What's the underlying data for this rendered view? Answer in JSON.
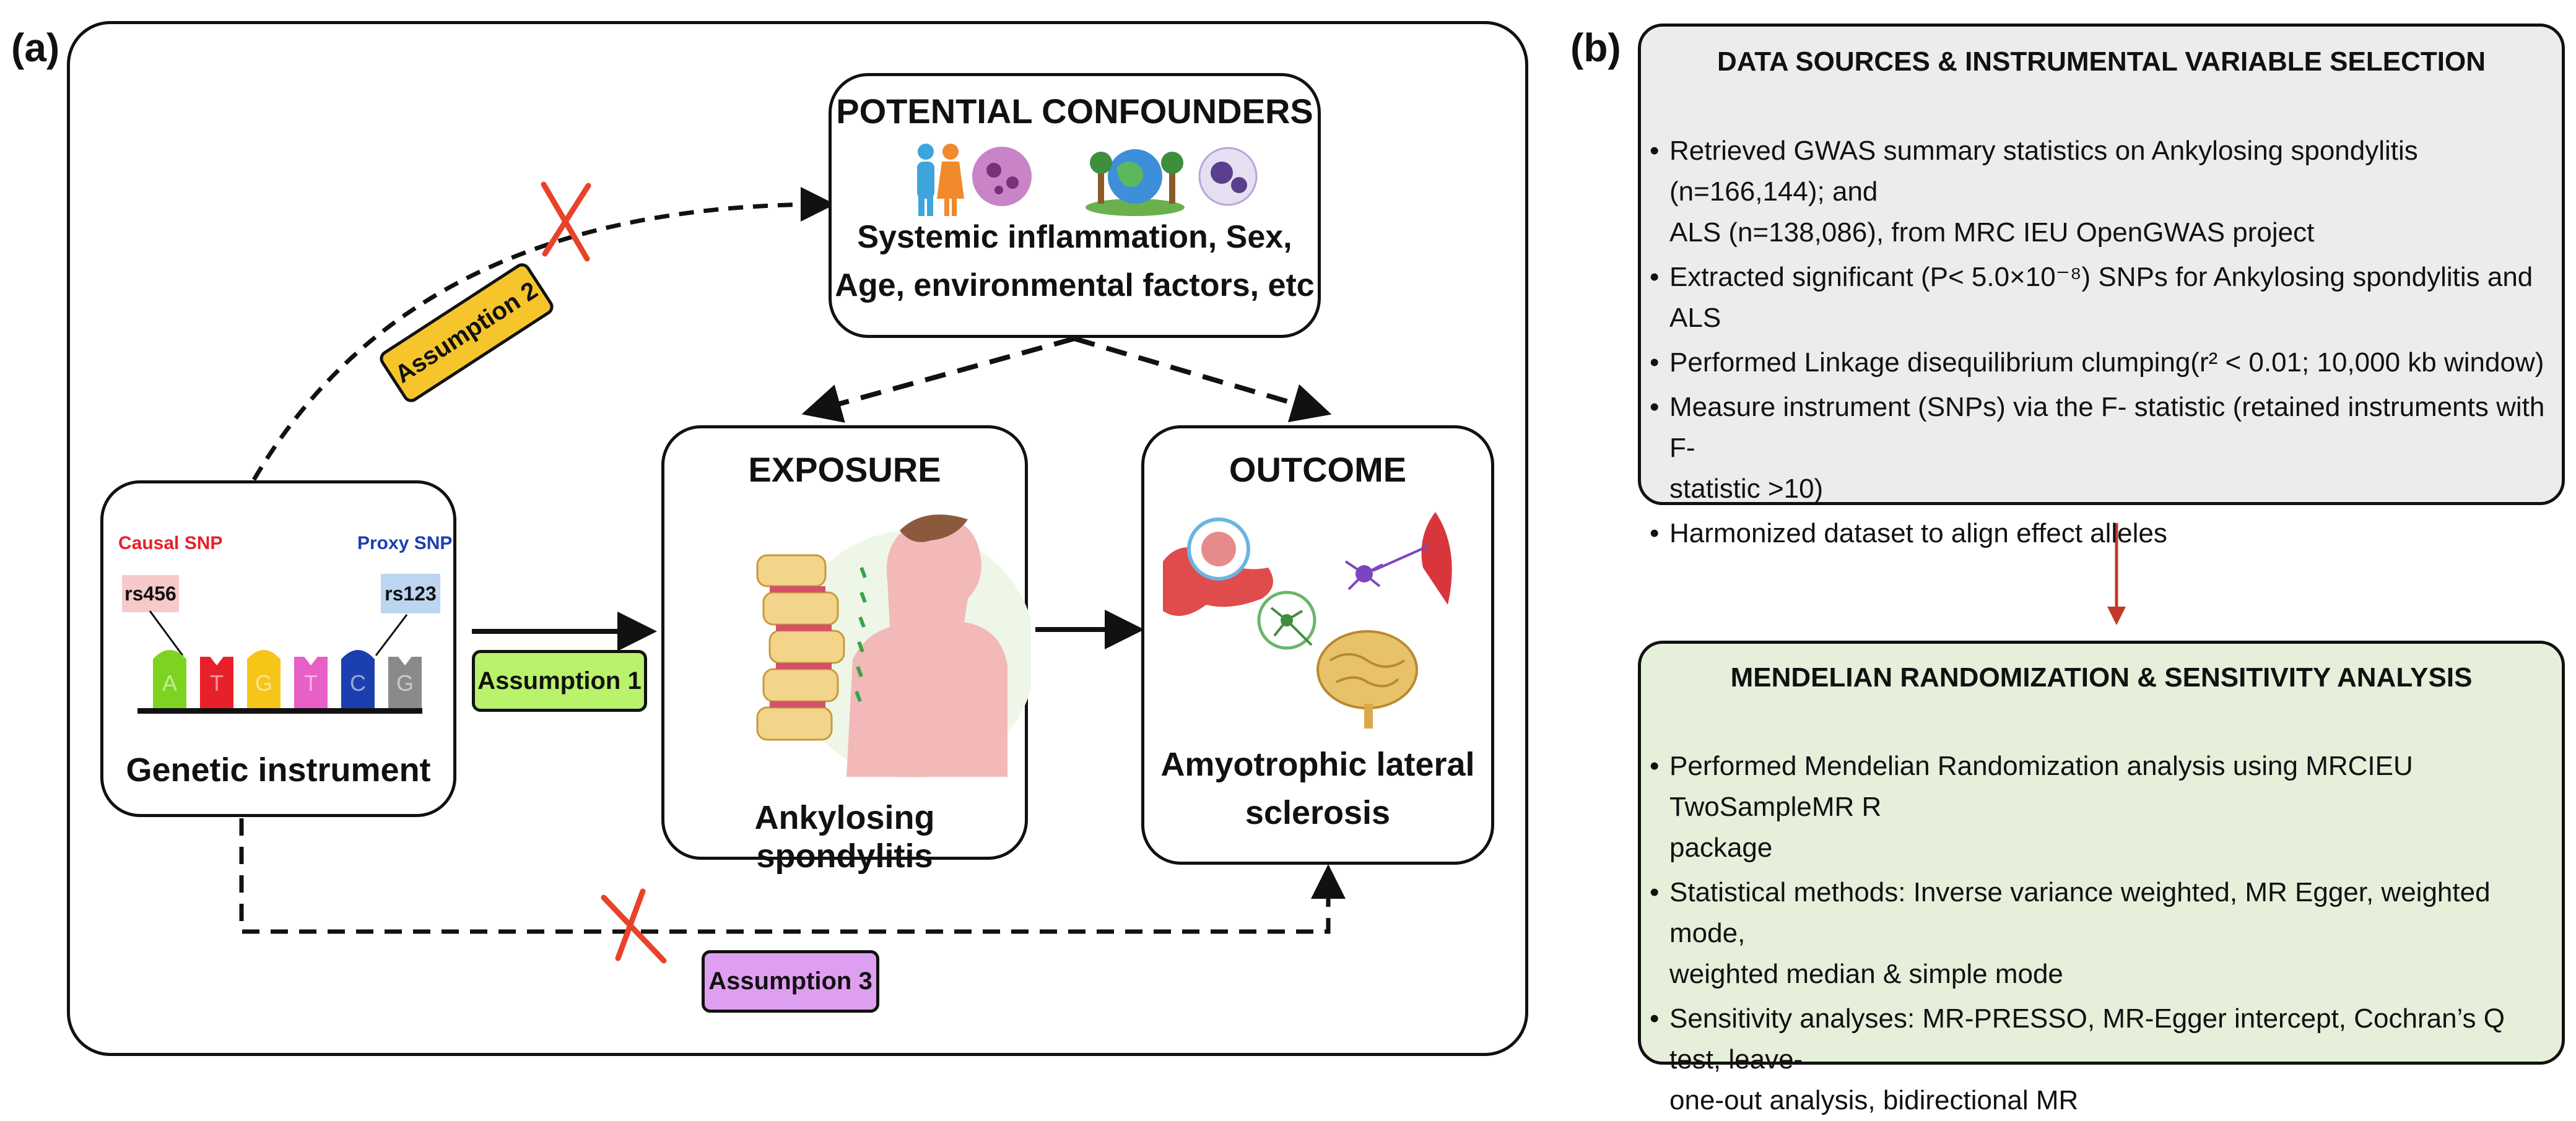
{
  "panel_a": {
    "label": "(a)",
    "confounders": {
      "title": "POTENTIAL CONFOUNDERS",
      "line1": "Systemic inflammation, Sex,",
      "line2": "Age, environmental factors, etc"
    },
    "exposure": {
      "title": "EXPOSURE",
      "caption": "Ankylosing spondylitis"
    },
    "outcome": {
      "title": "OUTCOME",
      "caption_line1": "Amyotrophic lateral",
      "caption_line2": "sclerosis"
    },
    "instrument": {
      "causal_label": "Causal SNP",
      "proxy_label": "Proxy SNP",
      "causal_id": "rs456",
      "proxy_id": "rs123",
      "bases": [
        "A",
        "T",
        "G",
        "T",
        "C",
        "G"
      ],
      "base_colors": [
        "#7ed321",
        "#e8202a",
        "#f5c518",
        "#e85fc8",
        "#1c3fb0",
        "#8a8a8a"
      ],
      "caption": "Genetic instrument"
    },
    "assumption1": "Assumption 1",
    "assumption2": "Assumption 2",
    "assumption3": "Assumption 3"
  },
  "panel_b": {
    "label": "(b)",
    "data_sources": {
      "title": "DATA SOURCES & INSTRUMENTAL VARIABLE SELECTION",
      "items": [
        {
          "l1": "Retrieved GWAS summary statistics on Ankylosing spondylitis (n=166,144); and",
          "l2": "ALS (n=138,086), from MRC IEU OpenGWAS project"
        },
        {
          "l1": "Extracted significant (P< 5.0×10⁻⁸) SNPs for Ankylosing spondylitis and ALS",
          "l2": ""
        },
        {
          "l1": "Performed Linkage disequilibrium  clumping(r² < 0.01; 10,000 kb window)",
          "l2": ""
        },
        {
          "l1": "Measure instrument (SNPs) via the F- statistic (retained instruments with F-",
          "l2": "statistic >10)"
        },
        {
          "l1": "Harmonized dataset to align effect alleles",
          "l2": ""
        }
      ]
    },
    "mr_analysis": {
      "title": "MENDELIAN RANDOMIZATION & SENSITIVITY ANALYSIS",
      "items": [
        {
          "l1": "Performed Mendelian Randomization analysis using MRCIEU TwoSampleMR R",
          "l2": "package"
        },
        {
          "l1": "Statistical methods: Inverse variance weighted, MR Egger, weighted mode,",
          "l2": "weighted median & simple mode"
        },
        {
          "l1": "Sensitivity analyses: MR-PRESSO, MR-Egger intercept, Cochran’s Q test, leave-",
          "l2": "one-out analysis, bidirectional MR"
        }
      ]
    }
  },
  "colors": {
    "assumption1": "#b9f26b",
    "assumption2": "#f6c52c",
    "assumption3": "#df9ff0",
    "cross": "#e8432a",
    "box_b1": "#ececec",
    "box_b2": "#e5efda",
    "connector": "#c0392b"
  }
}
